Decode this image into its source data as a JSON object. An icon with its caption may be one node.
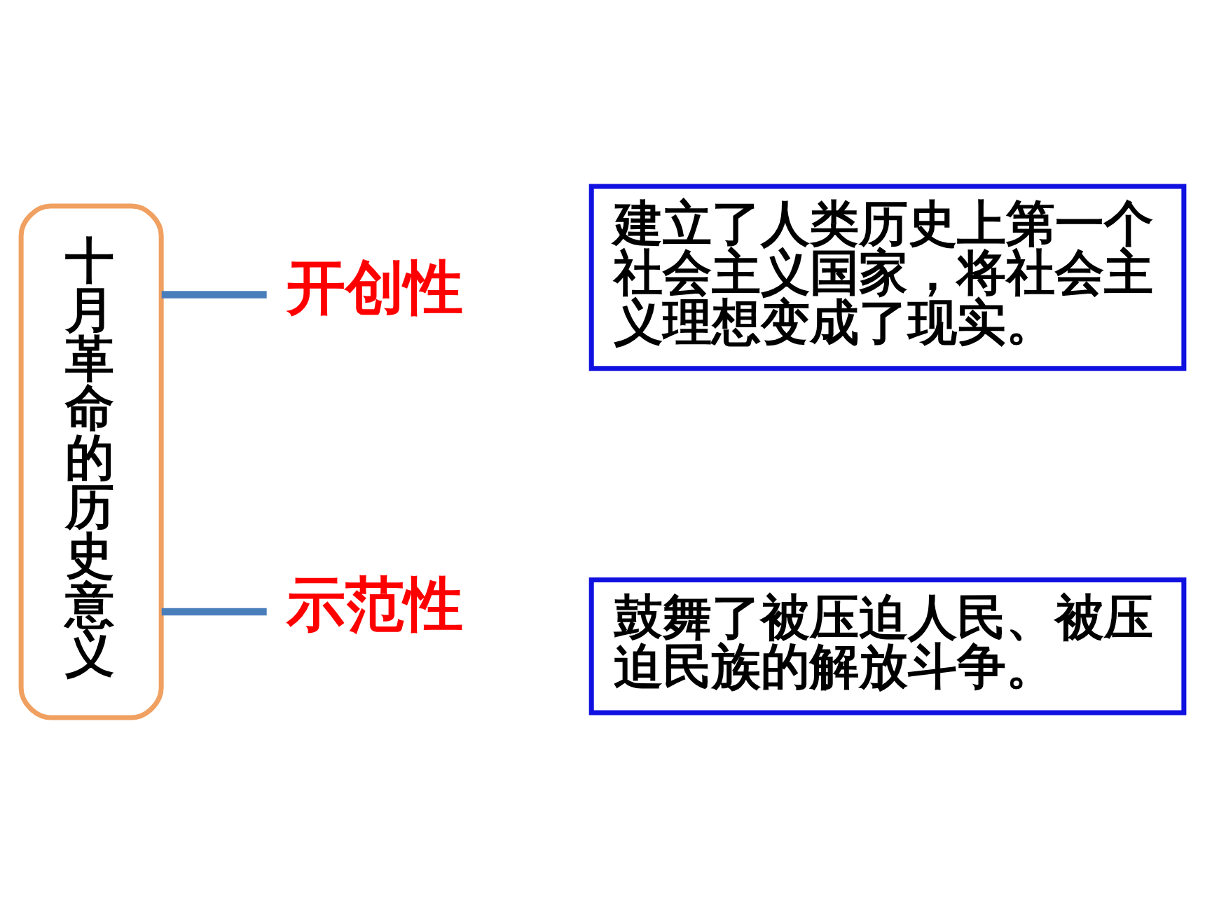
{
  "diagram": {
    "nodes": [
      {
        "text": [
          "十月革命的历史意义"
        ]
      },
      {
        "text": [
          "开创性"
        ]
      },
      {
        "text": [
          "示范性"
        ]
      },
      {
        "text": [
          "建立了人类历史上第一个社会主义国家，将社会主义理想变成了现实。"
        ]
      },
      {
        "text": [
          "鼓舞了被压迫人民、被压迫民族的解放斗争。"
        ]
      }
    ],
    "edges": [
      {
        "from": 0,
        "to": 1,
        "arrow": "none"
      },
      {
        "from": 0,
        "to": 2,
        "arrow": "none"
      }
    ]
  }
}
